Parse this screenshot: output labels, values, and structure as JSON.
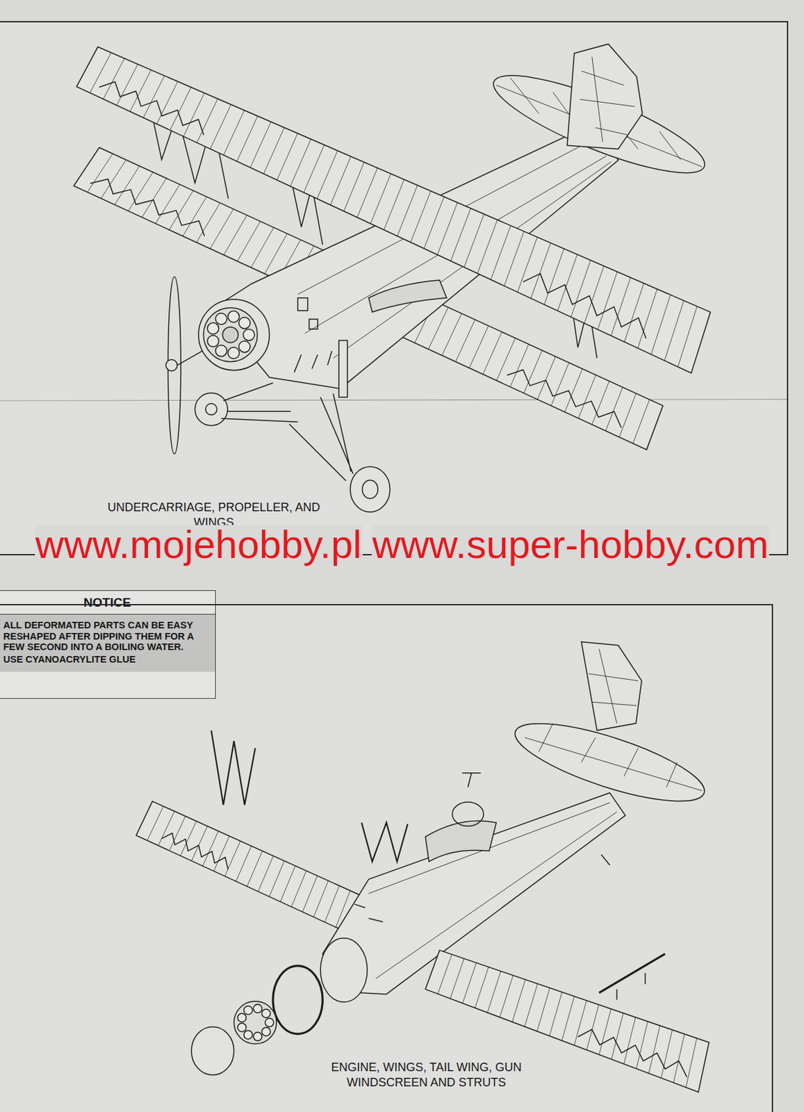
{
  "diagram": {
    "nodes": [
      {
        "text": [
          "UNDERCARRIAGE, PROPELLER, AND WINGS"
        ]
      },
      {
        "text": [
          "NOTICE",
          "ALL DEFORMATED PARTS CAN BE EASY RESHAPED AFTER DIPPING THEM FOR A FEW SECOND INTO A BOILING WATER.",
          "USE CYANOACRYLITE GLUE"
        ]
      },
      {
        "text": [
          "ENGINE, WINGS, TAIL WING, GUN WINDSCREEN AND STRUTS"
        ]
      }
    ],
    "labels": [
      "www.mojehobby.pl",
      "www.super-hobby.com"
    ]
  }
}
